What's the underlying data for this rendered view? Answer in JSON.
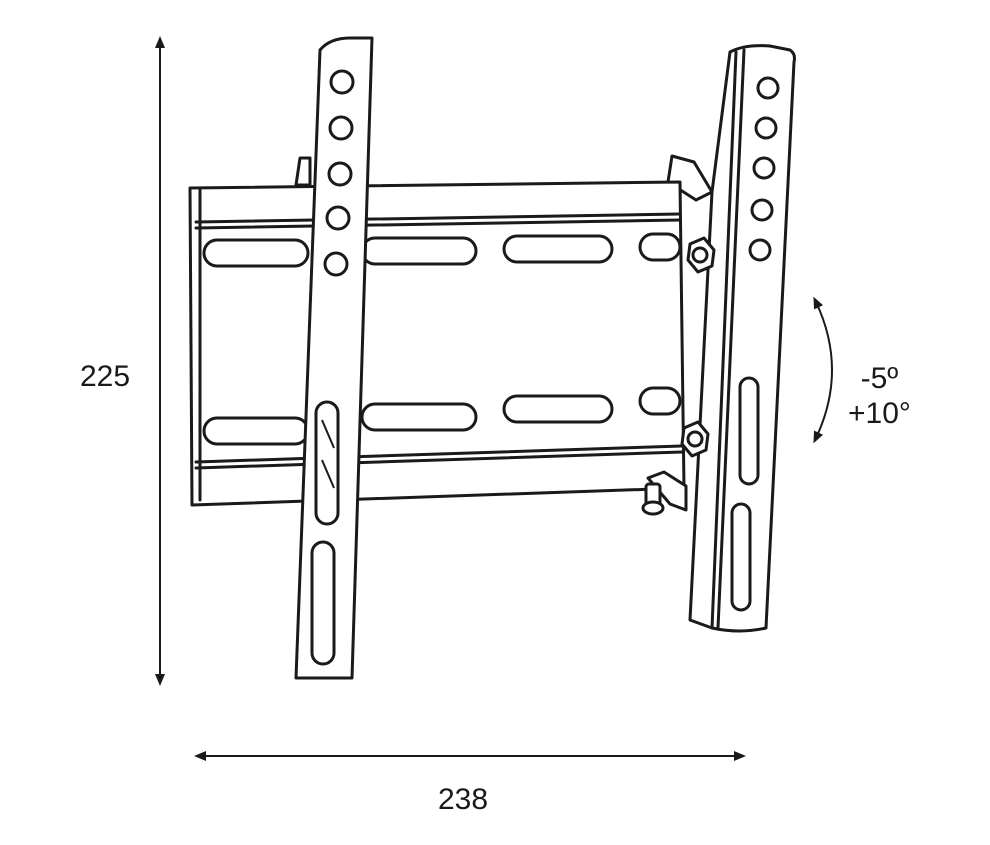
{
  "dimensions": {
    "height_label": "225",
    "width_label": "238",
    "tilt_label": {
      "line1": "-5º",
      "line2": "+10°"
    }
  },
  "colors": {
    "stroke": "#1a1a1a",
    "background": "#ffffff"
  }
}
